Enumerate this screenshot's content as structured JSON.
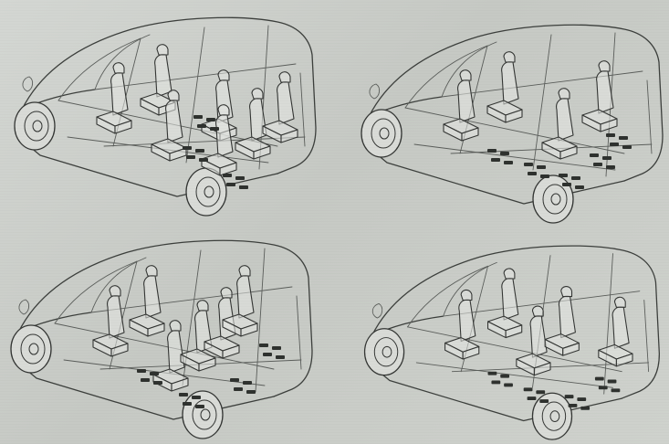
{
  "figure": {
    "background": "#c9ccc8",
    "panels": [
      {
        "id": "top-left",
        "seat_rows": 3,
        "layout": "2-2-3"
      },
      {
        "id": "top-right",
        "seat_rows": 3,
        "layout": "2-1-1"
      },
      {
        "id": "bottom-left",
        "seat_rows": 3,
        "layout": "2-2-2"
      },
      {
        "id": "bottom-right",
        "seat_rows": 3,
        "layout": "2-2-1"
      }
    ]
  }
}
